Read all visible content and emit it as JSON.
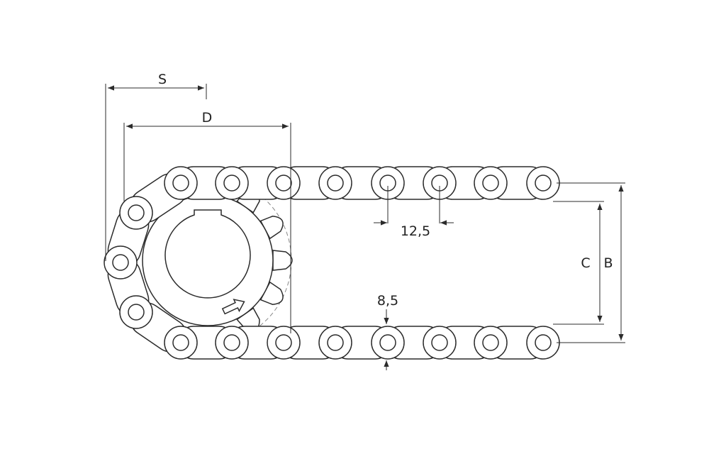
{
  "diagram": {
    "labels": {
      "s": "S",
      "d": "D",
      "pitch": "12,5",
      "height": "8,5",
      "c": "C",
      "b": "B"
    },
    "colors": {
      "stroke": "#2b2b2b",
      "background": "#ffffff",
      "construction": "#888888"
    }
  }
}
